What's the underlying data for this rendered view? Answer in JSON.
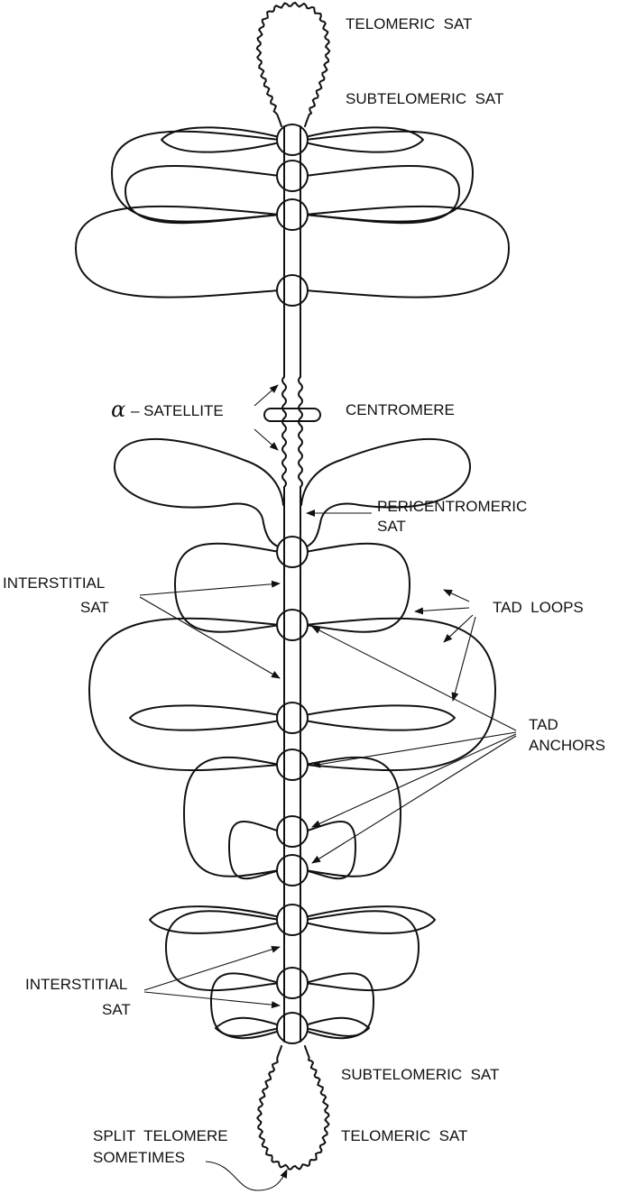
{
  "diagram": {
    "labels": {
      "telomeric_top": "TELOMERIC  SAT",
      "subtelomeric_top": "SUBTELOMERIC  SAT",
      "alpha_symbol": "α",
      "alpha_text": "– SATELLITE",
      "centromere": "CENTROMERE",
      "pericentromeric_1": "PERICENTROMERIC",
      "pericentromeric_2": "SAT",
      "interstitial_top_1": "INTERSTITIAL",
      "interstitial_top_2": "SAT",
      "tad_loops": "TAD  LOOPS",
      "tad_anchors_1": "TAD",
      "tad_anchors_2": "ANCHORS",
      "interstitial_bottom_1": "INTERSTITIAL",
      "interstitial_bottom_2": "SAT",
      "subtelomeric_bottom": "SUBTELOMERIC  SAT",
      "telomeric_bottom": "TELOMERIC  SAT",
      "split_telomere_1": "SPLIT  TELOMERE",
      "split_telomere_2": "SOMETIMES"
    },
    "colors": {
      "ink": "#111111",
      "background": "#ffffff"
    }
  }
}
